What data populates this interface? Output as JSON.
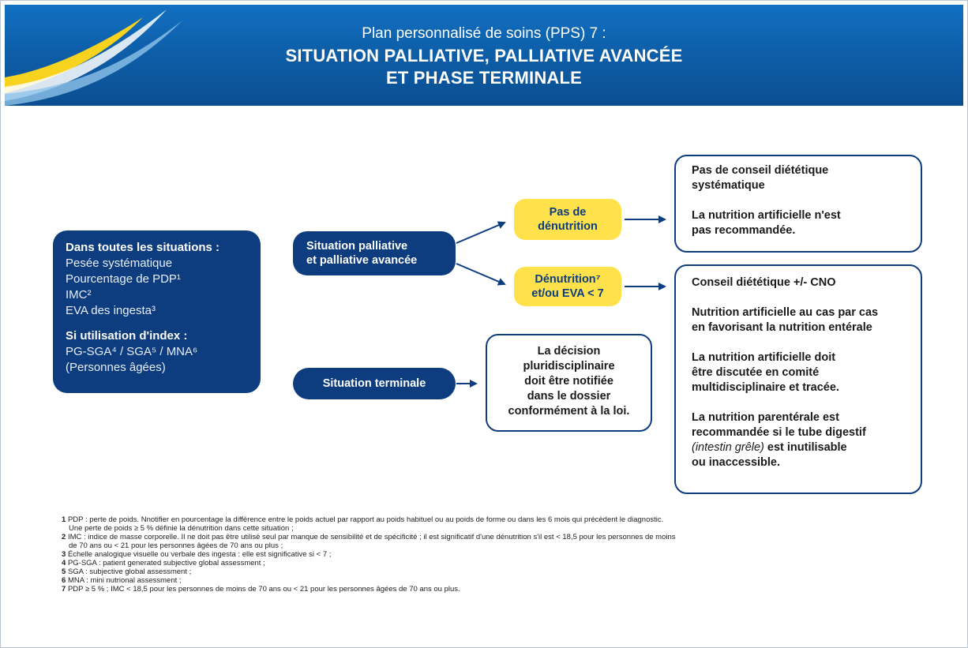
{
  "header": {
    "subtitle": "Plan personnalisé de soins (PPS) 7 :",
    "title_line1": "SITUATION PALLIATIVE, PALLIATIVE AVANCÉE",
    "title_line2": "ET PHASE TERMINALE"
  },
  "main_box": {
    "heading1": "Dans toutes les situations :",
    "items1": [
      "Pesée systématique",
      "Pourcentage de PDP¹",
      "IMC²",
      "EVA des ingesta³"
    ],
    "heading2": "Si utilisation d'index :",
    "items2": [
      "PG-SGA⁴ / SGA⁵ / MNA⁶",
      "(Personnes âgées)"
    ]
  },
  "situations": {
    "palliative_line1": "Situation palliative",
    "palliative_line2": "et palliative avancée",
    "terminal": "Situation terminale"
  },
  "yellow": {
    "no_denut_line1": "Pas de",
    "no_denut_line2": "dénutrition",
    "denut_line1": "Dénutrition⁷",
    "denut_line2": "et/ou EVA < 7"
  },
  "outcome_no_denut": {
    "line1": "Pas de conseil diététique",
    "line2": "systématique",
    "line3": "La nutrition artificielle n'est",
    "line4": "pas recommandée."
  },
  "outcome_denut": {
    "p1": "Conseil diététique +/- CNO",
    "p2_l1": "Nutrition artificielle au cas par cas",
    "p2_l2": "en favorisant la nutrition entérale",
    "p3_l1": "La nutrition artificielle doit",
    "p3_l2": "être discutée en comité",
    "p3_l3": "multidisciplinaire et tracée.",
    "p4_l1": "La nutrition parentérale est",
    "p4_l2": "recommandée si le tube digestif",
    "p4_l3_italic": "(intestin grêle)",
    "p4_l3_rest": " est inutilisable",
    "p4_l4": "ou inaccessible."
  },
  "outcome_terminal": {
    "l1": "La décision",
    "l2": "pluridisciplinaire",
    "l3": "doit être notifiée",
    "l4": "dans le dossier",
    "l5": "conformément à la loi."
  },
  "footnotes": [
    {
      "num": "1",
      "text": "PDP : perte de poids. Nnotifier en pourcentage la différence entre le poids actuel par rapport au poids habituel ou au poids de forme ou dans les 6 mois qui précèdent le diagnostic.",
      "cont": "Une perte de poids ≥ 5 % définie la dénutrition dans cette situation ;"
    },
    {
      "num": "2",
      "text": "IMC : indice de masse corporelle. Il ne doit pas être utilisé seul par manque de sensibilité et de spécificité ; il est significatif d'une dénutrition s'il est < 18,5 pour les personnes de moins",
      "cont": "de 70 ans ou < 21 pour les personnes âgées de 70 ans ou plus ;"
    },
    {
      "num": "3",
      "text": "Échelle analogique visuelle ou verbale des ingesta : elle est significative si < 7 ;",
      "cont": ""
    },
    {
      "num": "4",
      "text": "PG-SGA : patient generated subjective global assessment ;",
      "cont": ""
    },
    {
      "num": "5",
      "text": "SGA : subjective global assessment ;",
      "cont": ""
    },
    {
      "num": "6",
      "text": "MNA : mini nutrional assessment ;",
      "cont": ""
    },
    {
      "num": "7",
      "text": "PDP ≥ 5 % ; IMC < 18,5 pour les personnes de moins de 70 ans ou < 21 pour les personnes âgées de 70 ans ou plus.",
      "cont": ""
    }
  ],
  "colors": {
    "navy": "#0d3c7f",
    "yellow": "#ffe24b",
    "header_blue": "#0e5fa9"
  }
}
